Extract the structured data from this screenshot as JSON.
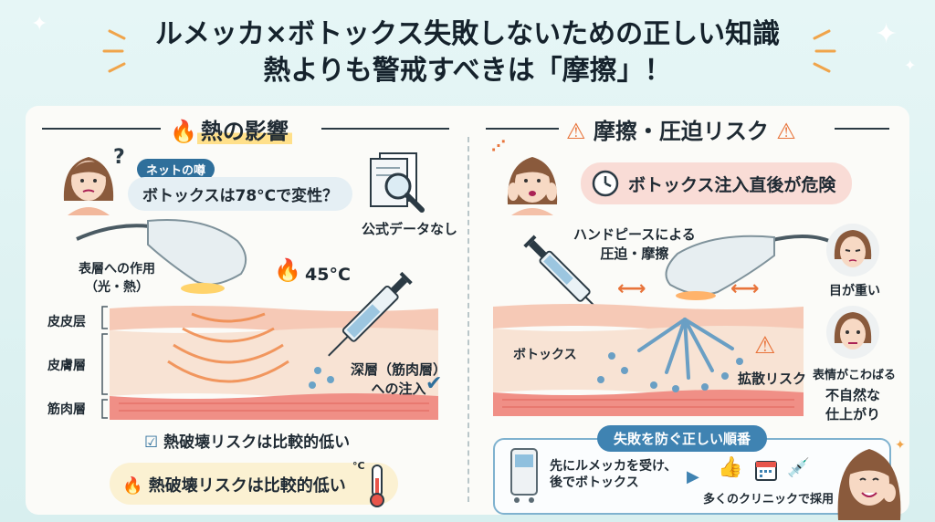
{
  "title": {
    "line1": "ルメッカ×ボトックス失敗しないための正しい知識",
    "line2": "熱よりも警戒すべきは「摩擦」！"
  },
  "left": {
    "heading": "熱の影響",
    "rumor_tag": "ネットの噂",
    "rumor_text": "ボトックスは78°Cで変性？",
    "no_data": "公式データなし",
    "surface_action": "表層への作用\n（光・熱）",
    "temperature": "45°C",
    "layers": [
      "皮皮层",
      "皮膚層",
      "筋肉層"
    ],
    "deep_injection": "深層（筋肉層）\nへの注入",
    "check_text": "熱破壊リスクは比較的低い",
    "bottom_text": "熱破壊リスクは比較的低い",
    "thermometer_unit": "°C",
    "icons": [
      "fire-icon",
      "question-icon",
      "magnifier-document-icon",
      "syringe-icon",
      "check-icon",
      "thermometer-icon"
    ]
  },
  "right": {
    "heading": "摩擦・圧迫リスク",
    "danger_pill": "ボトックス注入直後が危険",
    "handpiece_label": "ハンドピースによる\n圧迫・摩擦",
    "botox_label": "ボトックス",
    "diffusion": "拡散リスク",
    "heavy_eyes": "目が重い",
    "stiff_face": "表情がこわばる",
    "unnatural": "不自然な\n仕上がり",
    "icons": [
      "warning-icon",
      "clock-icon",
      "syringe-icon",
      "arrow-icon"
    ]
  },
  "order": {
    "heading": "失敗を防ぐ正しい順番",
    "step": "先にルメッカを受け、\n後でボトックス",
    "adopted": "多くのクリニックで採用",
    "icons": [
      "machine-icon",
      "thumbs-up-icon",
      "calendar-icon",
      "syringe-icon"
    ]
  },
  "colors": {
    "accent_blue": "#2f6f9b",
    "warning_orange": "#e8743b",
    "skin_pink": "#f2c9b8",
    "highlight_yellow": "#ffe08a"
  }
}
